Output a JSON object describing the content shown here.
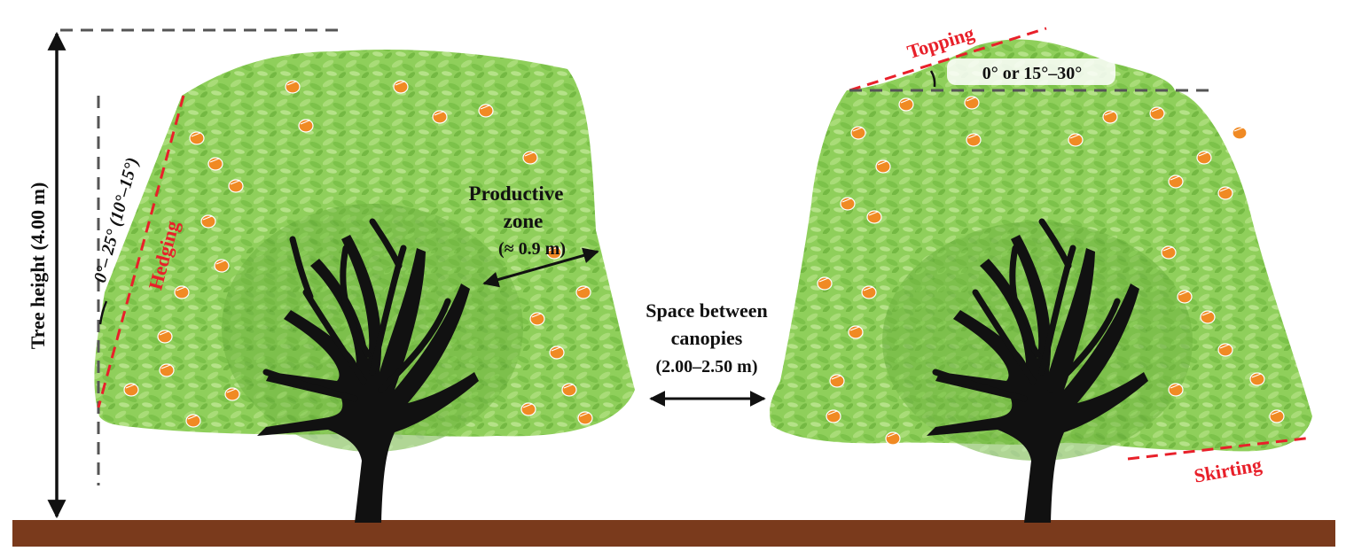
{
  "colors": {
    "canopy": "#8fcf5b",
    "canopy_dark": "#6fb43f",
    "canopy_light": "#a9dc78",
    "fruit": "#f08a24",
    "trunk": "#111111",
    "ground": "#7a3a1c",
    "cut_line": "#e8202a",
    "guide_line": "#555555",
    "text": "#111111",
    "text_red": "#e8202a"
  },
  "labels": {
    "tree_height": "Tree height (4.00 m)",
    "hedging": "Hedging",
    "hedging_angle": "0°– 25° (10°–15°)",
    "productive_zone_line1": "Productive",
    "productive_zone_line2": "zone",
    "productive_zone_size": "(≈ 0.9 m)",
    "space_line1": "Space between",
    "space_line2": "canopies",
    "space_size": "(2.00–2.50 m)",
    "topping": "Topping",
    "topping_angle": "0° or 15°–30°",
    "skirting": "Skirting"
  },
  "icons": {
    "tree_left": "orange-tree-icon",
    "tree_right": "orange-tree-icon",
    "fruit": "orange-fruit-icon"
  }
}
